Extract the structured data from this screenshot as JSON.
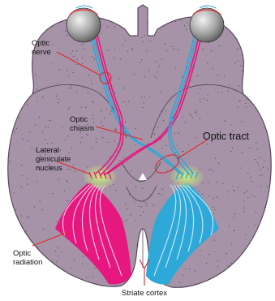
{
  "labels": {
    "optic_nerve": [
      "Optic",
      "nerve"
    ],
    "optic_chiasm": [
      "Optic",
      "chiasm"
    ],
    "lateral_geniculate": [
      "Lateral",
      "geniculate",
      "nucleus"
    ],
    "optic_tract": "Optic tract",
    "optic_radiation": [
      "Optic",
      "radiation"
    ],
    "striate_cortex": "Striate cortex"
  },
  "colors": {
    "brain": "#a693a7",
    "brain_outline": "#5a4a5e",
    "left_pathway": "#e6177f",
    "right_pathway": "#2ea8d8",
    "nucleus": "#b9dd6a",
    "pointer": "#e0262a",
    "eyeball": "#a8a8a8"
  }
}
